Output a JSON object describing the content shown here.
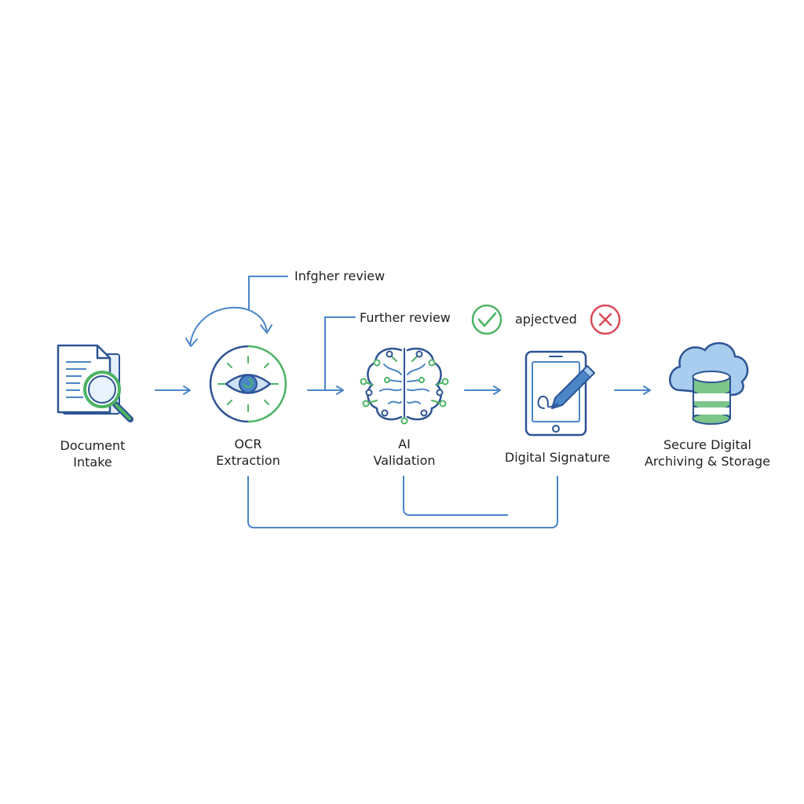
{
  "colors": {
    "blue": "#4a86c8",
    "dark_blue": "#2d5494",
    "light_blue": "#a9cdee",
    "green": "#4cb463",
    "red": "#d94a58",
    "text": "#222222"
  },
  "steps": [
    {
      "icon": "document-search-icon",
      "label_line1": "Document",
      "label_line2": "Intake"
    },
    {
      "icon": "eye-scan-icon",
      "label_line1": "OCR",
      "label_line2": "Extraction"
    },
    {
      "icon": "brain-circuit-icon",
      "label_line1": "AI",
      "label_line2": "Validation"
    },
    {
      "icon": "tablet-signature-icon",
      "label_line1": "Digital Signature",
      "label_line2": ""
    },
    {
      "icon": "cloud-database-icon",
      "label_line1": "Secure Digital",
      "label_line2": "Archiving & Storage"
    }
  ],
  "annotations": {
    "loop_review": "Infgher review",
    "further_review": "Further review",
    "status_text": "apjectved"
  },
  "status_icons": {
    "approved": "check-circle-icon",
    "rejected": "x-circle-icon"
  }
}
